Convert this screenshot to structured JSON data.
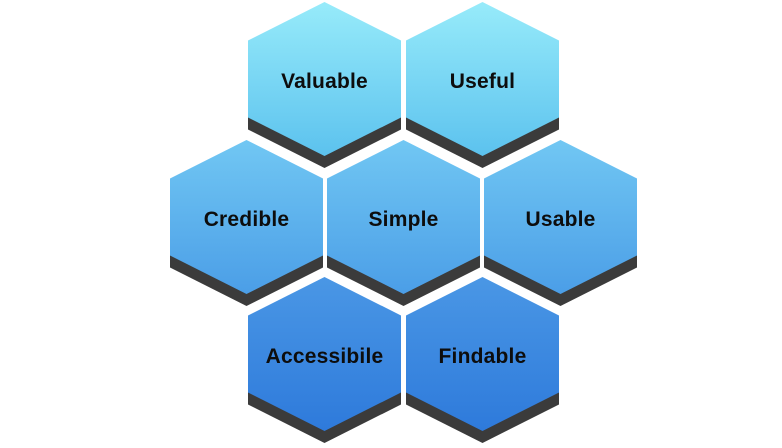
{
  "hexagons": [
    {
      "id": "valuable",
      "label": "Valuable",
      "row": 1
    },
    {
      "id": "useful",
      "label": "Useful",
      "row": 1
    },
    {
      "id": "credible",
      "label": "Credible",
      "row": 2
    },
    {
      "id": "simple",
      "label": "Simple",
      "row": 2
    },
    {
      "id": "usable",
      "label": "Usable",
      "row": 2
    },
    {
      "id": "accessibile",
      "label": "Accessibile",
      "row": 3
    },
    {
      "id": "findable",
      "label": "Findable",
      "row": 3
    }
  ],
  "colors": {
    "background": "#ffffff",
    "shadow": "#3b3b3b",
    "label_text": "#0d0d0d",
    "row1_top": "#97ebfa",
    "row1_bottom": "#5cc2ee",
    "row2_top": "#71c7f3",
    "row2_bottom": "#4b9ee7",
    "row3_top": "#4a97e5",
    "row3_bottom": "#2e7adb"
  }
}
